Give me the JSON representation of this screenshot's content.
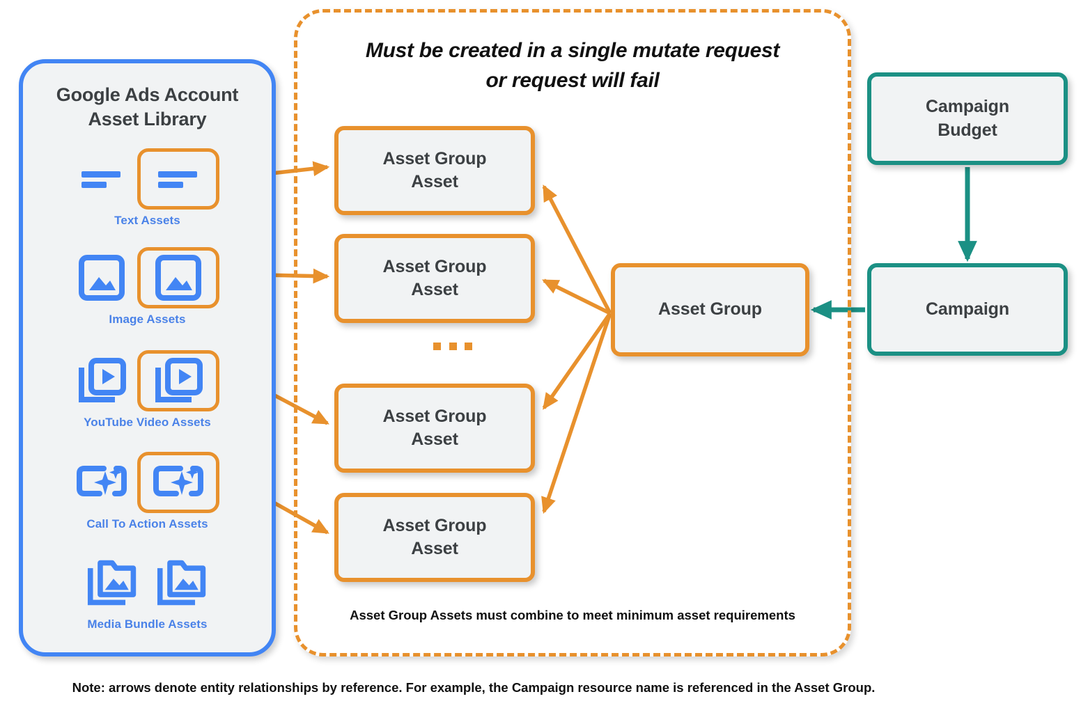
{
  "library": {
    "title_line1": "Google Ads Account",
    "title_line2": "Asset Library",
    "border_color": "#4285f4",
    "items": [
      {
        "label": "Text Assets",
        "icon": "text-asset-icon"
      },
      {
        "label": "Image Assets",
        "icon": "image-asset-icon"
      },
      {
        "label": "YouTube Video  Assets",
        "icon": "youtube-video-asset-icon"
      },
      {
        "label": "Call To Action Assets",
        "icon": "call-to-action-asset-icon"
      },
      {
        "label": "Media Bundle  Assets",
        "icon": "media-bundle-asset-icon"
      }
    ]
  },
  "mutate_container": {
    "title_line1": "Must be created in a single mutate request",
    "title_line2": "or request will fail",
    "footnote": "Asset Group Assets must combine to meet minimum asset requirements",
    "border_color": "#e8912d",
    "border_style": "dashed"
  },
  "nodes": {
    "asset_group_assets": [
      {
        "line1": "Asset Group",
        "line2": "Asset"
      },
      {
        "line1": "Asset Group",
        "line2": "Asset"
      },
      {
        "line1": "Asset Group",
        "line2": "Asset"
      },
      {
        "line1": "Asset Group",
        "line2": "Asset"
      }
    ],
    "ellipsis": "...",
    "asset_group": {
      "label": "Asset Group"
    },
    "campaign_budget": {
      "line1": "Campaign",
      "line2": "Budget"
    },
    "campaign": {
      "label": "Campaign"
    }
  },
  "footer": {
    "note": "Note: arrows denote entity relationships by reference. For example, the Campaign resource name is referenced in the Asset Group."
  },
  "colors": {
    "orange": "#e8912d",
    "teal": "#1b9084",
    "blue": "#4285f4",
    "node_fill": "#f1f3f4",
    "text_dark": "#3c4043",
    "text_black": "#111111",
    "label_blue": "#4a82e8"
  }
}
